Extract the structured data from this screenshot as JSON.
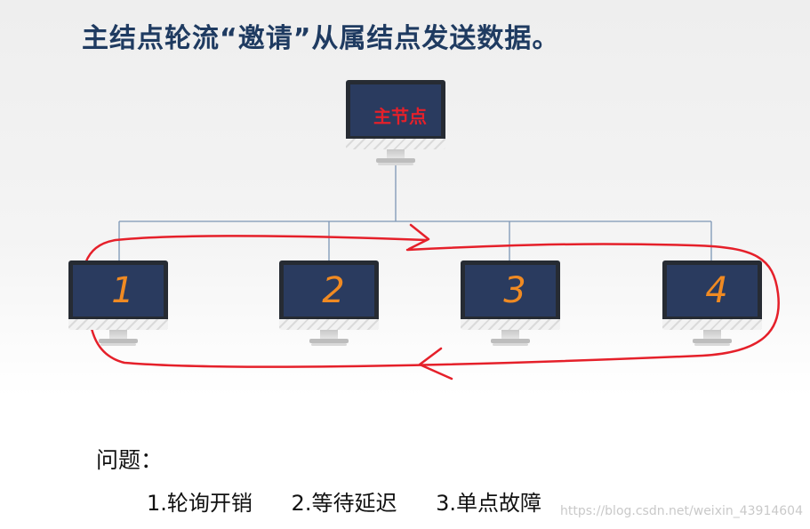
{
  "title": "主结点轮流“邀请”从属结点发送数据。",
  "master": {
    "label": "主节点"
  },
  "slaves": [
    {
      "number": "1"
    },
    {
      "number": "2"
    },
    {
      "number": "3"
    },
    {
      "number": "4"
    }
  ],
  "question_label": "问题：",
  "issues": [
    "1.轮询开销",
    "2.等待延迟",
    "3.单点故障"
  ],
  "watermark": "https://blog.csdn.net/weixin_43914604",
  "colors": {
    "title": "#1f3b61",
    "master_label": "#e5202a",
    "numbers": "#f08a22",
    "annotation": "#e5202a",
    "lines": "#7c96b5"
  }
}
